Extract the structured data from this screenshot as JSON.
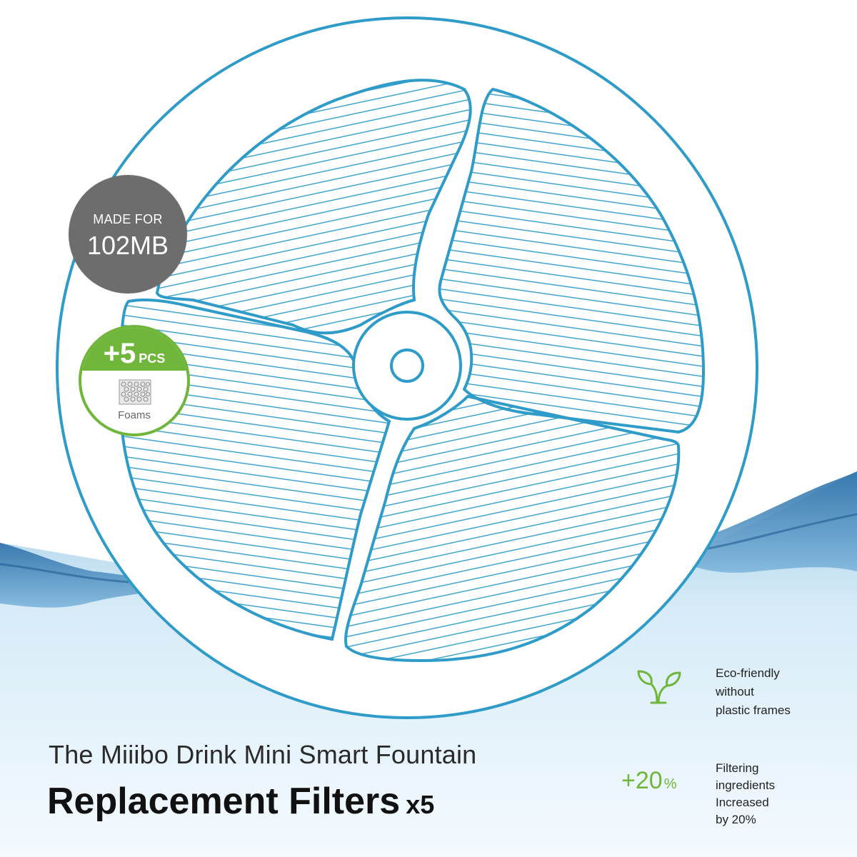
{
  "badge_made_for": {
    "line1": "MADE FOR",
    "line2": "102MB"
  },
  "badge_pcs": {
    "count": "+5",
    "unit": "PCS",
    "label": "Foams"
  },
  "title": {
    "line1": "The Miiibo Drink Mini Smart Fountain",
    "line2": "Replacement Filters",
    "quantity": "x5"
  },
  "features": {
    "eco": {
      "icon": "leaf-icon",
      "lines": [
        "Eco-friendly",
        "without",
        "plastic frames"
      ]
    },
    "filtering": {
      "percent_value": "+20",
      "percent_sign": "%",
      "lines": [
        "Filtering",
        "ingredients",
        "Increased",
        "by 20%"
      ]
    }
  },
  "colors": {
    "filter_blue": "#2f9bc8",
    "badge_gray": "#6d6d6d",
    "accent_green": "#6fb63b",
    "water_blue": "#3a8fc6"
  }
}
